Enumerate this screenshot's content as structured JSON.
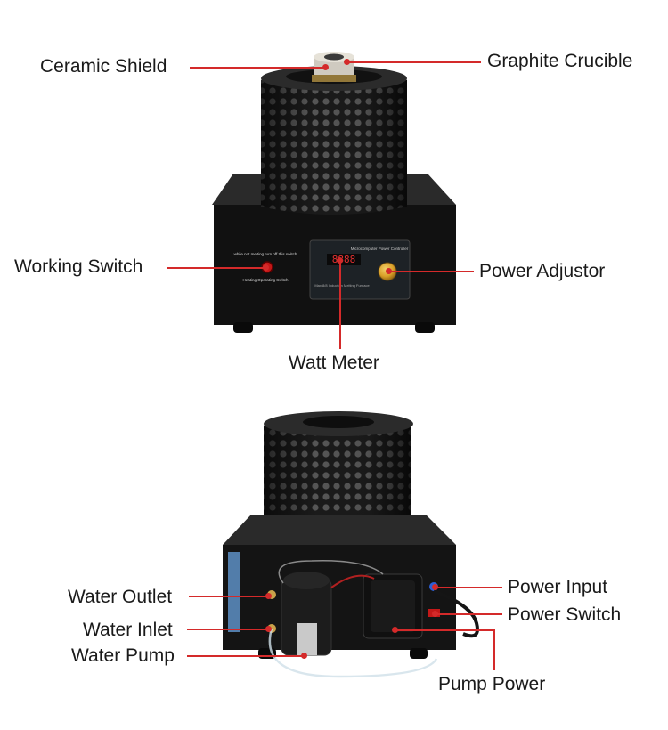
{
  "top_photo": {
    "labels": {
      "ceramic_shield": "Ceramic Shield",
      "graphite_crucible": "Graphite Crucible",
      "working_switch": "Working Switch",
      "power_adjustor": "Power Adjustor",
      "watt_meter": "Watt Meter"
    },
    "panel_text": {
      "switch_top": "while not melting turn off this switch",
      "switch_bottom": "Heating Operating Switch",
      "controller_title": "Microcomputer Power Controller",
      "controller_footer": "Max 8/8 Induction Melting Furnace",
      "meter_digits": "8888"
    }
  },
  "bottom_photo": {
    "labels": {
      "water_outlet": "Water Outlet",
      "water_inlet": "Water Inlet",
      "water_pump": "Water Pump",
      "power_input": "Power Input",
      "power_switch": "Power Switch",
      "pump_power": "Pump Power"
    }
  },
  "colors": {
    "leader_line": "#d42a2a",
    "housing": "#141414",
    "knob": "#d9a028",
    "meter_digits": "#e03030"
  }
}
